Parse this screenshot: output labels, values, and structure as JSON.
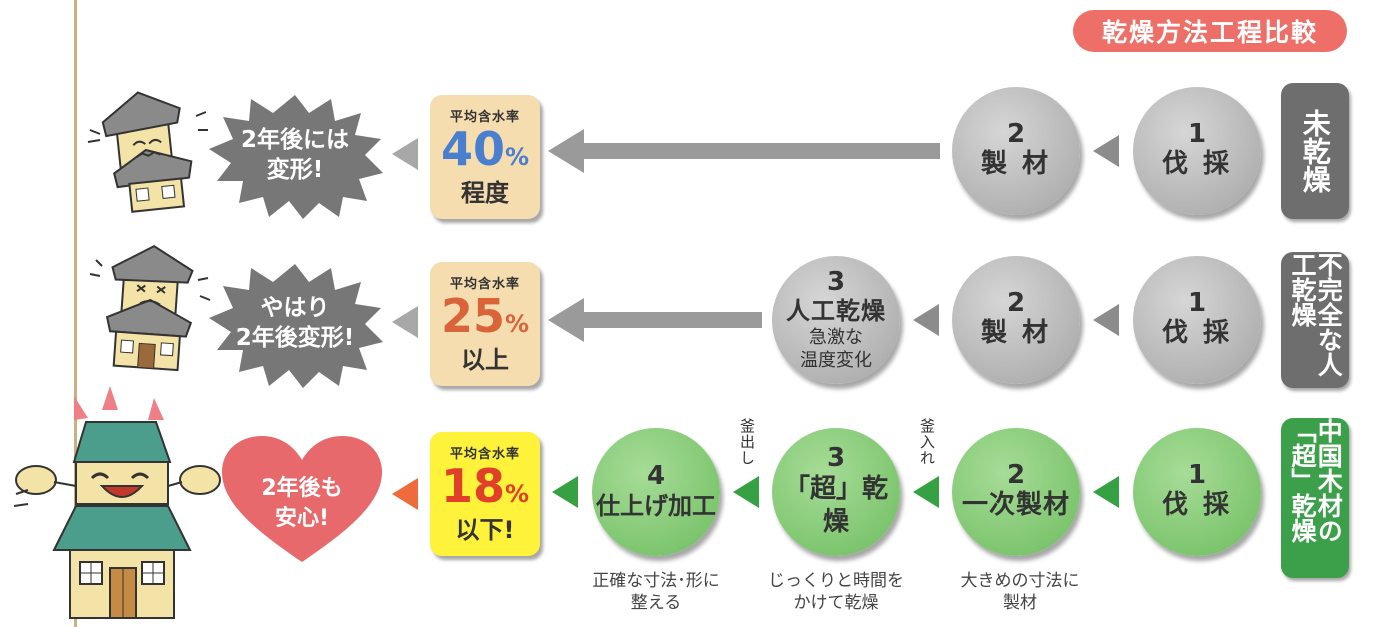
{
  "title": "乾燥方法工程比較",
  "rows": [
    {
      "label": "未乾燥",
      "steps": [
        {
          "num": "1",
          "label": "伐 採"
        },
        {
          "num": "2",
          "label": "製 材"
        }
      ],
      "moisture": {
        "title": "平均含水率",
        "value": "40",
        "unit": "%",
        "qualifier": "程度",
        "color": "#4a7fd0"
      },
      "outcome": "2年後には\n変形!"
    },
    {
      "label": "不完全な人工乾燥",
      "steps": [
        {
          "num": "1",
          "label": "伐 採"
        },
        {
          "num": "2",
          "label": "製 材"
        },
        {
          "num": "3",
          "label": "人工乾燥",
          "sub": "急激な\n温度変化"
        }
      ],
      "moisture": {
        "title": "平均含水率",
        "value": "25",
        "unit": "%",
        "qualifier": "以上",
        "color": "#d9643a"
      },
      "outcome": "やはり\n2年後変形!"
    },
    {
      "label": "中国木材の「超」乾燥",
      "steps": [
        {
          "num": "1",
          "label": "伐 採"
        },
        {
          "num": "2",
          "label": "一次製材",
          "note": "大きめの寸法に\n製材"
        },
        {
          "num": "3",
          "label": "「超」乾燥",
          "note": "じっくりと時間を\nかけて乾燥"
        },
        {
          "num": "4",
          "label": "仕上げ加工",
          "note": "正確な寸法･形に\n整える"
        }
      ],
      "transitions": [
        "釜入れ",
        "釜出し"
      ],
      "moisture": {
        "title": "平均含水率",
        "value": "18",
        "unit": "%",
        "qualifier": "以下!",
        "color": "#e0402a"
      },
      "outcome": "2年後も\n安心!"
    }
  ]
}
